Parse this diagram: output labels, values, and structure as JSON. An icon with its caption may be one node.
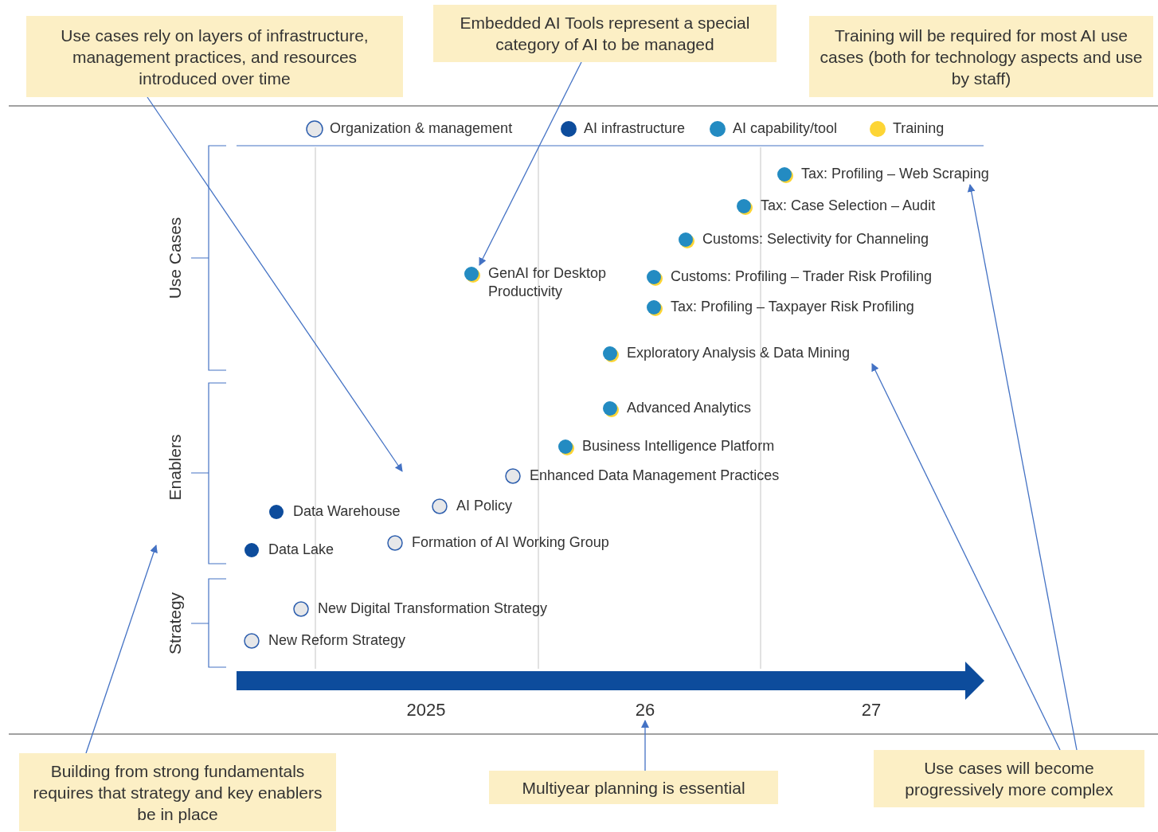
{
  "diagram": {
    "nodes": [
      {
        "text": [
          "Use cases rely on layers of infrastructure, management practices, and resources introduced over time"
        ]
      },
      {
        "text": [
          "Embedded AI Tools represent a special category of AI to be managed"
        ]
      },
      {
        "text": [
          "Training will be required for most AI use cases (both for technology aspects and use by staff)"
        ]
      },
      {
        "text": [
          "Building from strong fundamentals requires that strategy and key enablers be in place"
        ]
      },
      {
        "text": [
          "Multiyear planning is essential"
        ]
      },
      {
        "text": [
          "Use cases will become progressively more complex"
        ]
      },
      {
        "text": [
          "Tax: Profiling – Web Scraping"
        ]
      },
      {
        "text": [
          "Tax: Case Selection – Audit"
        ]
      },
      {
        "text": [
          "Customs: Selectivity for Channeling"
        ]
      },
      {
        "text": [
          "GenAI for Desktop Productivity"
        ]
      },
      {
        "text": [
          "Customs: Profiling – Trader Risk Profiling"
        ]
      },
      {
        "text": [
          "Tax: Profiling – Taxpayer Risk Profiling"
        ]
      },
      {
        "text": [
          "Exploratory Analysis & Data Mining"
        ]
      },
      {
        "text": [
          "Advanced Analytics"
        ]
      },
      {
        "text": [
          "Business Intelligence Platform"
        ]
      },
      {
        "text": [
          "Enhanced Data Management Practices"
        ]
      },
      {
        "text": [
          "Data Warehouse"
        ]
      },
      {
        "text": [
          "AI Policy"
        ]
      },
      {
        "text": [
          "Data Lake"
        ]
      },
      {
        "text": [
          "Formation of AI Working Group"
        ]
      },
      {
        "text": [
          "New Digital Transformation Strategy"
        ]
      },
      {
        "text": [
          "New Reform Strategy"
        ]
      },
      {
        "text": [
          "26"
        ]
      }
    ],
    "edges": [
      {
        "from": 0,
        "to": null,
        "arrow": "to"
      },
      {
        "from": 1,
        "to": 9,
        "arrow": "to"
      },
      {
        "from": 3,
        "to": null,
        "arrow": "to"
      },
      {
        "from": 4,
        "to": 22,
        "arrow": "to"
      },
      {
        "from": 5,
        "to": 12,
        "arrow": "to"
      },
      {
        "from": 5,
        "to": 6,
        "arrow": "to"
      }
    ],
    "labels": [
      "Use Cases",
      "Enablers",
      "Strategy",
      "2025",
      "27"
    ],
    "legend": [
      {
        "text": "Organization & management",
        "color": "#e6e7e9"
      },
      {
        "text": "AI infrastructure",
        "color": "#0d4c9c"
      },
      {
        "text": "AI capability/tool",
        "color": "#238bc2"
      },
      {
        "text": "Training",
        "color": "#fdd535"
      }
    ]
  }
}
